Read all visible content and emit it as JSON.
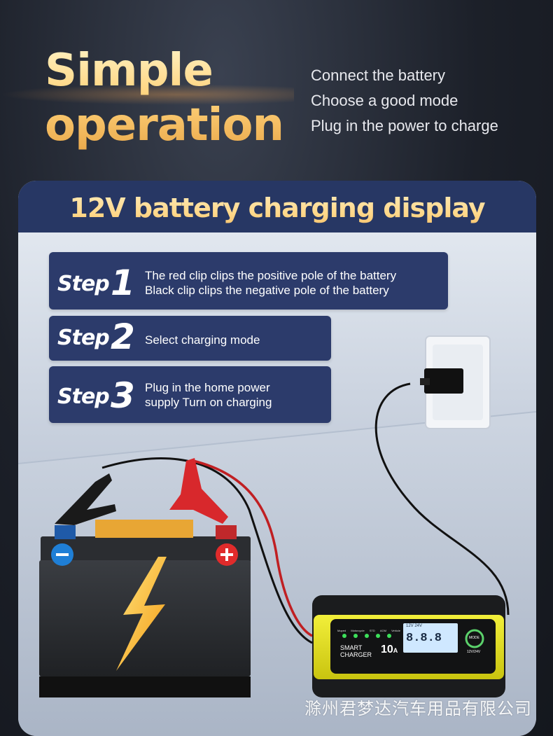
{
  "hero": {
    "title_line1": "Simple",
    "title_line2": "operation",
    "lines": [
      "Connect the battery",
      "Choose a good mode",
      "Plug in the power to charge"
    ]
  },
  "panel": {
    "title": "12V battery charging display"
  },
  "steps": [
    {
      "word": "Step",
      "number": "1",
      "text_line1": "The red clip clips the positive pole of the battery",
      "text_line2": "Black clip clips the negative pole of the battery"
    },
    {
      "word": "Step",
      "number": "2",
      "text_line1": "Select charging mode",
      "text_line2": ""
    },
    {
      "word": "Step",
      "number": "3",
      "text_line1": "Plug in the home power",
      "text_line2": "supply Turn on charging"
    }
  ],
  "charger": {
    "brand_line1": "SMART",
    "brand_line2": "CHARGER",
    "amp": "10",
    "amp_unit": "A",
    "lcd_digits": "8.8.8",
    "lcd_top": "12V 24V",
    "mode_label": "MODE",
    "mode_sub": "12V/24V",
    "mode_icons": [
      "Moped",
      "Motorcycle",
      "STD",
      "AGM",
      "Vehicle"
    ]
  },
  "battery": {
    "negative": "−",
    "positive": "+"
  },
  "colors": {
    "panel_header": "#273764",
    "step_box": "#2c3b6b",
    "gold": "#ffd27a",
    "charger_yellow": "#e4e21c",
    "clip_red": "#d8282c",
    "negative_blue": "#1f7fd6",
    "positive_red": "#e02b2b"
  },
  "watermark": "滁州君梦达汽车用品有限公司"
}
